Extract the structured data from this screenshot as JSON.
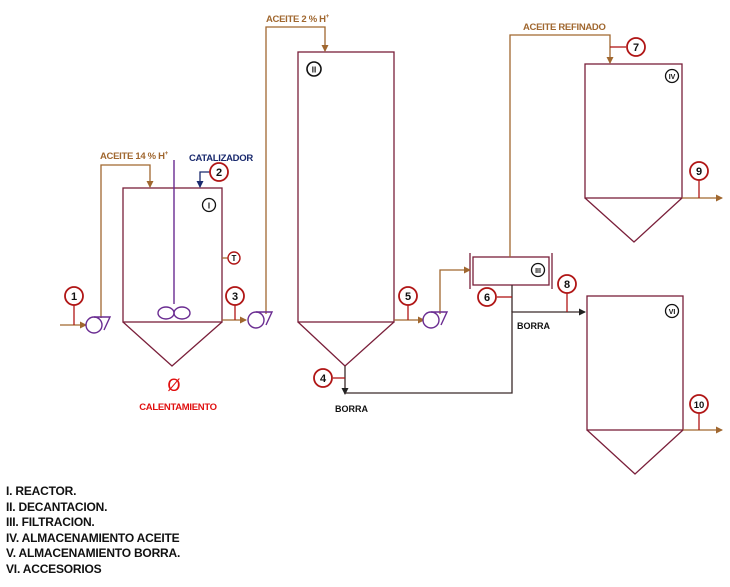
{
  "labels": {
    "aceite_14": "ACEITE 14 % H",
    "aceite_14_sup": "+",
    "catalizador": "CATALIZADOR",
    "aceite_2": "ACEITE 2 % H",
    "aceite_2_sup": "+",
    "aceite_refinado": "ACEITE REFINADO",
    "borra_1": "BORRA",
    "borra_2": "BORRA",
    "calentamiento": "CALENTAMIENTO",
    "calentamiento_symbol": "Ø",
    "temp_indicator": "T"
  },
  "streams": [
    "1",
    "2",
    "3",
    "4",
    "5",
    "6",
    "7",
    "8",
    "9",
    "10"
  ],
  "equipment_tags": [
    "I",
    "II",
    "III",
    "IV",
    "VI"
  ],
  "legend": [
    "I.   REACTOR.",
    "II.   DECANTACION.",
    "III.    FILTRACION.",
    "IV.   ALMACENAMIENTO ACEITE",
    "V. ALMACENAMIENTO BORRA.",
    "VI. ACCESORIOS"
  ],
  "colors": {
    "vessel": "#7a1f3a",
    "pipe": "#a0672f",
    "pump": "#6a2c91",
    "marker": "#b01515",
    "dark_pipe": "#3a2a2a",
    "heating": "#e01010",
    "catalyst": "#1a2a6e",
    "text": "#111111"
  }
}
